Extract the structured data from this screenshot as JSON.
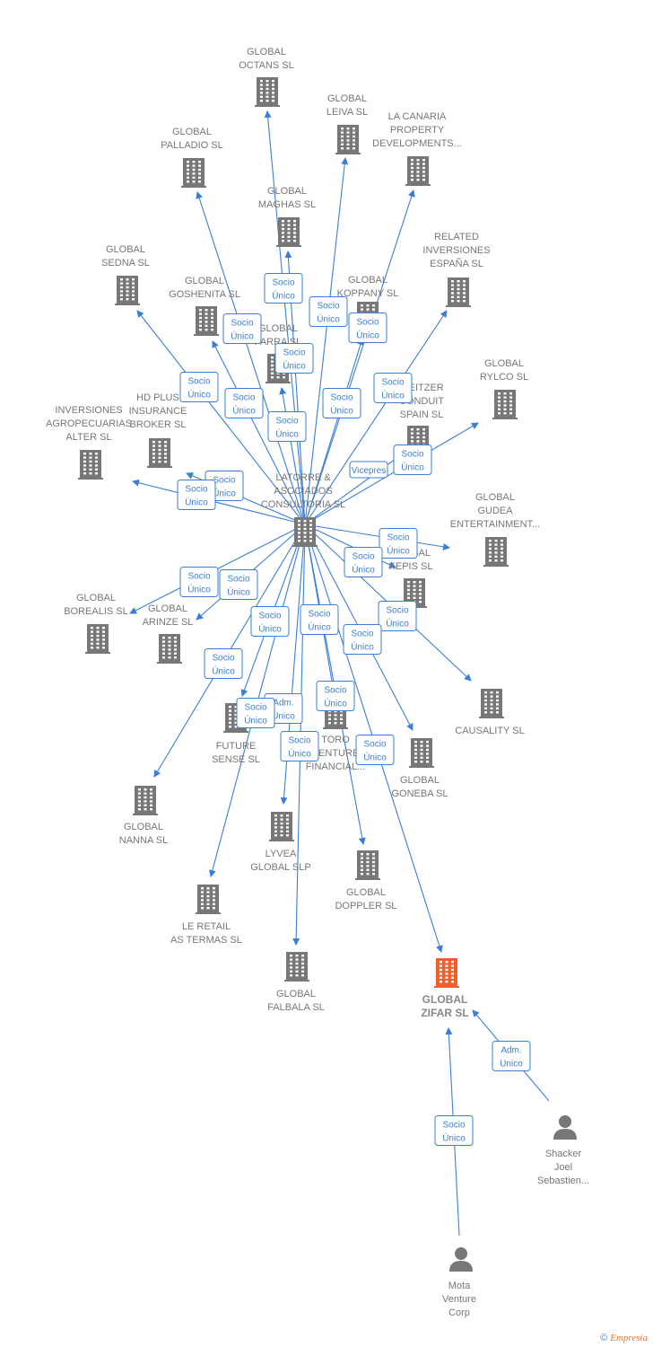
{
  "nodes": [
    {
      "id": "latorre",
      "label": [
        "LATORRE &",
        "ASOCIADOS",
        "CONSULTORIA SL"
      ],
      "icon": "building-icon"
    },
    {
      "id": "octans",
      "label": [
        "GLOBAL",
        "OCTANS  SL"
      ],
      "icon": "building-icon"
    },
    {
      "id": "leiva",
      "label": [
        "GLOBAL",
        "LEIVA  SL"
      ],
      "icon": "building-icon"
    },
    {
      "id": "canaria",
      "label": [
        "LA CANARIA",
        "PROPERTY",
        "DEVELOPMENTS..."
      ],
      "icon": "building-icon"
    },
    {
      "id": "palladio",
      "label": [
        "GLOBAL",
        "PALLADIO  SL"
      ],
      "icon": "building-icon"
    },
    {
      "id": "maghas",
      "label": [
        "GLOBAL",
        "MAGHAS  SL"
      ],
      "icon": "building-icon"
    },
    {
      "id": "related",
      "label": [
        "RELATED",
        "INVERSIONES",
        "ESPAÑA  SL"
      ],
      "icon": "building-icon"
    },
    {
      "id": "sedna",
      "label": [
        "GLOBAL",
        "SEDNA  SL"
      ],
      "icon": "building-icon"
    },
    {
      "id": "goshenita",
      "label": [
        "GLOBAL",
        "GOSHENITA SL"
      ],
      "icon": "building-icon"
    },
    {
      "id": "koppany",
      "label": [
        "GLOBAL",
        "KOPPANY  SL"
      ],
      "icon": "building-icon"
    },
    {
      "id": "farra",
      "label": [
        "GLOBAL",
        "FARRA  SL"
      ],
      "icon": "building-icon"
    },
    {
      "id": "rylco",
      "label": [
        "GLOBAL",
        "RYLCO  SL"
      ],
      "icon": "building-icon"
    },
    {
      "id": "hdplus",
      "label": [
        "HD PLUS",
        "INSURANCE",
        "BROKER  SL"
      ],
      "icon": "building-icon"
    },
    {
      "id": "agro",
      "label": [
        "INVERSIONES",
        "AGROPECUARIAS",
        "ALTER  SL"
      ],
      "icon": "building-icon"
    },
    {
      "id": "weitzer",
      "label": [
        "WEITZER",
        "CONDUIT",
        "SPAIN  SL"
      ],
      "icon": "building-icon"
    },
    {
      "id": "gudea",
      "label": [
        "GLOBAL",
        "GUDEA",
        "ENTERTAINMENT..."
      ],
      "icon": "building-icon"
    },
    {
      "id": "kepis",
      "label": [
        "GLOBAL",
        "KEPIS  SL"
      ],
      "icon": "building-icon"
    },
    {
      "id": "borealis",
      "label": [
        "GLOBAL",
        "BOREALIS  SL"
      ],
      "icon": "building-icon"
    },
    {
      "id": "arinze",
      "label": [
        "GLOBAL",
        "ARINZE  SL"
      ],
      "icon": "building-icon"
    },
    {
      "id": "causality",
      "label": [
        "CAUSALITY  SL"
      ],
      "icon": "building-icon"
    },
    {
      "id": "future",
      "label": [
        "FUTURE",
        "SENSE  SL"
      ],
      "icon": "building-icon"
    },
    {
      "id": "toro",
      "label": [
        "TORO",
        "VENTURE",
        "FINANCIAL..."
      ],
      "icon": "building-icon"
    },
    {
      "id": "goneba",
      "label": [
        "GLOBAL",
        "GONEBA  SL"
      ],
      "icon": "building-icon"
    },
    {
      "id": "nanna",
      "label": [
        "GLOBAL",
        "NANNA  SL"
      ],
      "icon": "building-icon"
    },
    {
      "id": "lyvea",
      "label": [
        "LYVEA",
        "GLOBAL  SLP"
      ],
      "icon": "building-icon"
    },
    {
      "id": "doppler",
      "label": [
        "GLOBAL",
        "DOPPLER  SL"
      ],
      "icon": "building-icon"
    },
    {
      "id": "retail",
      "label": [
        "LE RETAIL",
        "AS TERMAS  SL"
      ],
      "icon": "building-icon"
    },
    {
      "id": "falbala",
      "label": [
        "GLOBAL",
        "FALBALA  SL"
      ],
      "icon": "building-icon"
    },
    {
      "id": "zifar",
      "label": [
        "GLOBAL",
        "ZIFAR  SL"
      ],
      "icon": "building-icon",
      "highlight": true,
      "color": "#f0602c"
    },
    {
      "id": "shacker",
      "label": [
        "Shacker",
        "Joel",
        "Sebastien..."
      ],
      "icon": "person-icon"
    },
    {
      "id": "mota",
      "label": [
        "Mota",
        "Venture",
        "Corp"
      ],
      "icon": "person-icon"
    }
  ],
  "edges": [
    {
      "from": "latorre",
      "to": "octans",
      "badge": [
        "Socio",
        "Único"
      ]
    },
    {
      "from": "latorre",
      "to": "leiva",
      "badge": [
        "Socio",
        "Único"
      ]
    },
    {
      "from": "latorre",
      "to": "canaria",
      "badge": [
        "Socio",
        "Único"
      ]
    },
    {
      "from": "latorre",
      "to": "palladio",
      "badge": [
        "Socio",
        "Único"
      ]
    },
    {
      "from": "latorre",
      "to": "maghas",
      "badge": [
        "Socio",
        "Único"
      ]
    },
    {
      "from": "latorre",
      "to": "related",
      "badge": [
        "Socio",
        "Único"
      ]
    },
    {
      "from": "latorre",
      "to": "sedna",
      "badge": [
        "Socio",
        "Único"
      ]
    },
    {
      "from": "latorre",
      "to": "goshenita",
      "badge": [
        "Socio",
        "Único"
      ]
    },
    {
      "from": "latorre",
      "to": "koppany",
      "badge": [
        "Socio",
        "Único"
      ]
    },
    {
      "from": "latorre",
      "to": "farra",
      "badge": [
        "Socio",
        "Único"
      ]
    },
    {
      "from": "latorre",
      "to": "rylco",
      "badge": [
        "Socio",
        "Único"
      ]
    },
    {
      "from": "latorre",
      "to": "hdplus",
      "badge": [
        "Socio",
        "Único"
      ]
    },
    {
      "from": "latorre",
      "to": "agro",
      "badge": [
        "Socio",
        "Único"
      ]
    },
    {
      "from": "latorre",
      "to": "weitzer",
      "badge": [
        "Vicepres"
      ]
    },
    {
      "from": "latorre",
      "to": "gudea",
      "badge": [
        "Socio",
        "Único"
      ]
    },
    {
      "from": "latorre",
      "to": "kepis",
      "badge": [
        "Socio",
        "Único"
      ]
    },
    {
      "from": "latorre",
      "to": "borealis",
      "badge": [
        "Socio",
        "Único"
      ]
    },
    {
      "from": "latorre",
      "to": "arinze",
      "badge": [
        "Socio",
        "Único"
      ]
    },
    {
      "from": "latorre",
      "to": "causality",
      "badge": [
        "Socio",
        "Único"
      ]
    },
    {
      "from": "latorre",
      "to": "future",
      "badge": [
        "Socio",
        "Único"
      ]
    },
    {
      "from": "latorre",
      "to": "toro",
      "badge": [
        "Socio",
        "Único"
      ]
    },
    {
      "from": "latorre",
      "to": "goneba",
      "badge": [
        "Socio",
        "Único"
      ]
    },
    {
      "from": "latorre",
      "to": "nanna",
      "badge": [
        "Socio",
        "Único"
      ]
    },
    {
      "from": "latorre",
      "to": "lyvea",
      "badge": [
        "Adm.",
        "Unico"
      ]
    },
    {
      "from": "latorre",
      "to": "doppler",
      "badge": [
        "Socio",
        "Único"
      ]
    },
    {
      "from": "latorre",
      "to": "retail",
      "badge": [
        "Socio",
        "Único"
      ]
    },
    {
      "from": "latorre",
      "to": "falbala",
      "badge": [
        "Socio",
        "Único"
      ]
    },
    {
      "from": "latorre",
      "to": "zifar",
      "badge": [
        "Socio",
        "Único"
      ]
    },
    {
      "from": "shacker",
      "to": "zifar",
      "badge": [
        "Adm.",
        "Unico"
      ]
    },
    {
      "from": "mota",
      "to": "zifar",
      "badge": [
        "Socio",
        "Único"
      ]
    }
  ],
  "footer": {
    "copyright": "©",
    "brand": "Empresia"
  },
  "colors": {
    "edge": "#3a7fd6",
    "icon": "#777777",
    "highlight": "#f0602c"
  }
}
